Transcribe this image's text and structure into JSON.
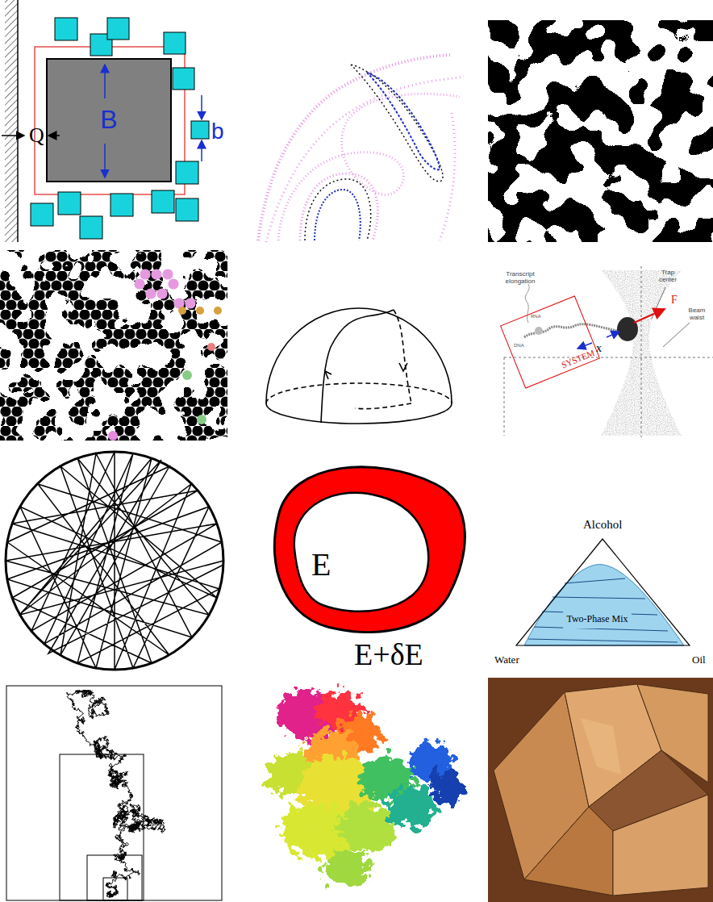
{
  "diagram": {
    "nodes": [
      {
        "text": [
          "B"
        ]
      },
      {
        "text": [
          "SYSTEM"
        ]
      },
      {
        "text": [
          "Two-Phase Mix"
        ]
      }
    ],
    "labels": [
      "Q",
      "b",
      "Transcript elongation",
      "RNA",
      "DNA",
      "Trap center",
      "Beam waist",
      "F",
      "x",
      "E",
      "E+δE",
      "Alcohol",
      "Water",
      "Oil"
    ]
  }
}
